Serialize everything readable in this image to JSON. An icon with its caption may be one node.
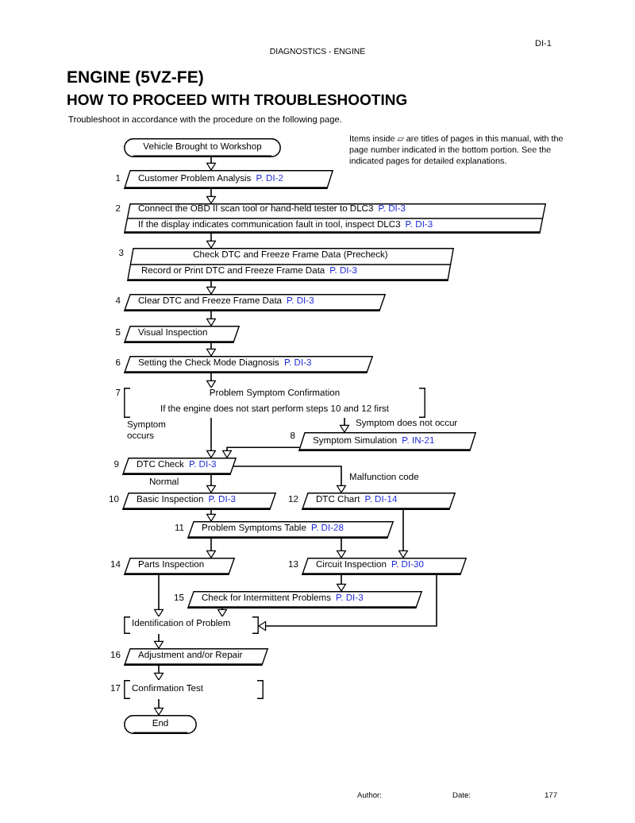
{
  "diagram": {
    "title": "ENGINE (5VZ-FE)",
    "nodes": [
      {
        "text": [
          "Vehicle Brought to Workshop"
        ]
      },
      {
        "text": [
          "Customer Problem Analysis",
          "P. DI-2"
        ],
        "beside": [
          "1"
        ]
      },
      {
        "text": [
          "Connect the OBD II scan tool or hand-held tester to DLC3",
          "P. DI-3",
          "If the display indicates communication fault in tool, inspect DLC3",
          "P. DI-3"
        ],
        "beside": [
          "2"
        ]
      },
      {
        "text": [
          "Check DTC and Freeze Frame Data (Precheck)",
          "Record or Print DTC and Freeze Frame Data",
          "P. DI-3"
        ],
        "beside": [
          "3"
        ]
      },
      {
        "text": [
          "Clear DTC and Freeze Frame Data",
          "P. DI-3"
        ],
        "beside": [
          "4"
        ]
      },
      {
        "text": [
          "Visual Inspection"
        ],
        "beside": [
          "5"
        ]
      },
      {
        "text": [
          "Setting the Check Mode Diagnosis",
          "P. DI-3"
        ],
        "beside": [
          "6"
        ]
      },
      {
        "text": [
          "Problem Symptom Confirmation",
          "If the engine does not start perform steps 10 and 12 first"
        ],
        "beside": [
          "7"
        ]
      },
      {
        "text": [
          "Symptom Simulation",
          "P. IN-21"
        ],
        "beside": [
          "8"
        ]
      },
      {
        "text": [
          "DTC Check",
          "P. DI-3"
        ],
        "beside": [
          "9"
        ]
      },
      {
        "text": [
          "Basic Inspection",
          "P. DI-3"
        ],
        "beside": [
          "10"
        ]
      },
      {
        "text": [
          "DTC Chart",
          "P. DI-14"
        ],
        "beside": [
          "12"
        ]
      },
      {
        "text": [
          "Problem Symptoms Table",
          "P. DI-28"
        ],
        "beside": [
          "11"
        ]
      },
      {
        "text": [
          "Parts Inspection"
        ],
        "beside": [
          "14"
        ]
      },
      {
        "text": [
          "Circuit Inspection",
          "P. DI-30"
        ],
        "beside": [
          "13"
        ]
      },
      {
        "text": [
          "Check for Intermittent Problems",
          "P. DI-3"
        ],
        "beside": [
          "15"
        ]
      },
      {
        "text": [
          "Identification of Problem"
        ]
      },
      {
        "text": [
          "Adjustment and/or Repair"
        ],
        "beside": [
          "16"
        ]
      },
      {
        "text": [
          "Confirmation Test"
        ],
        "beside": [
          "17"
        ]
      },
      {
        "text": [
          "End"
        ]
      }
    ],
    "edges": [
      {
        "from": 0,
        "to": 1,
        "arrow": "to"
      },
      {
        "from": 1,
        "to": 2,
        "arrow": "to"
      },
      {
        "from": 2,
        "to": 3,
        "arrow": "to"
      },
      {
        "from": 3,
        "to": 4,
        "arrow": "to"
      },
      {
        "from": 4,
        "to": 5,
        "arrow": "to"
      },
      {
        "from": 5,
        "to": 6,
        "arrow": "to"
      },
      {
        "from": 6,
        "to": 7,
        "arrow": "to"
      },
      {
        "from": 7,
        "to": 8,
        "arrow": "to",
        "label": "Symptom does not occur"
      },
      {
        "from": 7,
        "to": 9,
        "arrow": "to",
        "label": "Symptom occurs"
      },
      {
        "from": 8,
        "to": 9,
        "arrow": "to"
      },
      {
        "from": 9,
        "to": 10,
        "arrow": "to",
        "label": "Normal"
      },
      {
        "from": 9,
        "to": 11,
        "arrow": "to",
        "label": "Malfunction code"
      },
      {
        "from": 10,
        "to": 12,
        "arrow": "to"
      },
      {
        "from": 11,
        "to": 14,
        "arrow": "to"
      },
      {
        "from": 12,
        "to": 13,
        "arrow": "to"
      },
      {
        "from": 12,
        "to": 14,
        "arrow": "to"
      },
      {
        "from": 14,
        "to": 15,
        "arrow": "to"
      },
      {
        "from": 13,
        "to": 16,
        "arrow": "to"
      },
      {
        "from": 15,
        "to": 16,
        "arrow": "to"
      },
      {
        "from": 14,
        "to": 16,
        "arrow": "to"
      },
      {
        "from": 16,
        "to": 17,
        "arrow": "to"
      },
      {
        "from": 17,
        "to": 18,
        "arrow": "to"
      },
      {
        "from": 18,
        "to": 19,
        "arrow": "to"
      }
    ],
    "labels": [
      "DI-1",
      "DIAGNOSTICS - ENGINE",
      "HOW TO PROCEED WITH TROUBLESHOOTING",
      "Troubleshoot in accordance with the procedure on the following page.",
      "Items inside ▱ are titles of pages in this manual, with the page number indicated in the bottom portion. See the indicated pages for detailed explanations.",
      "Author:",
      "Date:",
      "177"
    ]
  }
}
